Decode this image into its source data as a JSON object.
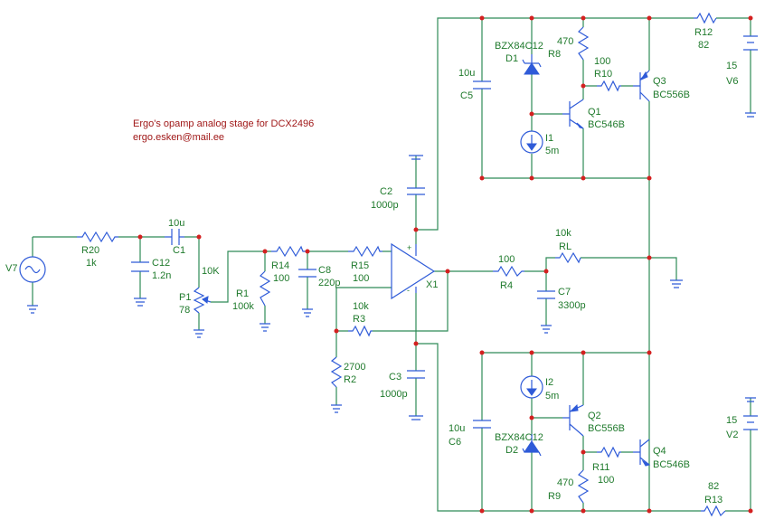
{
  "title": {
    "line1": "Ergo's opamp analog stage for DCX2496",
    "line2": "ergo.esken@mail.ee"
  },
  "components": {
    "V7": "V7",
    "R20": {
      "ref": "R20",
      "value": "1k"
    },
    "C12": {
      "ref": "C12",
      "value": "1.2n"
    },
    "C1": {
      "ref": "C1",
      "value": "10u"
    },
    "P1": {
      "ref": "P1",
      "value": "78",
      "extra": "10K"
    },
    "R1": {
      "ref": "R1",
      "value": "100k"
    },
    "R14": {
      "ref": "R14",
      "value": "100"
    },
    "C8": {
      "ref": "C8",
      "value": "220p"
    },
    "R15": {
      "ref": "R15",
      "value": "100"
    },
    "R3": {
      "ref": "R3",
      "value": "10k"
    },
    "R2": {
      "ref": "R2",
      "value": "2700"
    },
    "C2": {
      "ref": "C2",
      "value": "1000p"
    },
    "C3": {
      "ref": "C3",
      "value": "1000p"
    },
    "X1": "X1",
    "R4": {
      "ref": "R4",
      "value": "100"
    },
    "C7": {
      "ref": "C7",
      "value": "3300p"
    },
    "RL": {
      "ref": "RL",
      "value": "10k"
    },
    "C5": {
      "ref": "C5",
      "value": "10u"
    },
    "D1": {
      "ref": "D1",
      "value": "BZX84C12"
    },
    "R8": {
      "ref": "R8",
      "value": "470"
    },
    "R10": {
      "ref": "R10",
      "value": "100"
    },
    "Q3": {
      "ref": "Q3",
      "value": "BC556B"
    },
    "Q1": {
      "ref": "Q1",
      "value": "BC546B"
    },
    "I1": {
      "ref": "I1",
      "value": "5m"
    },
    "R12": {
      "ref": "R12",
      "value": "82"
    },
    "V6": {
      "ref": "V6",
      "value": "15"
    },
    "C6": {
      "ref": "C6",
      "value": "10u"
    },
    "D2": {
      "ref": "D2",
      "value": "BZX84C12"
    },
    "I2": {
      "ref": "I2",
      "value": "5m"
    },
    "Q2": {
      "ref": "Q2",
      "value": "BC556B"
    },
    "R11": {
      "ref": "R11",
      "value": "100"
    },
    "Q4": {
      "ref": "Q4",
      "value": "BC546B"
    },
    "R9": {
      "ref": "R9",
      "value": "470"
    },
    "R13": {
      "ref": "R13",
      "value": "82"
    },
    "V2": {
      "ref": "V2",
      "value": "15"
    }
  },
  "colors": {
    "wire": "#2e8b57",
    "component": "#2f5bd8",
    "junction": "#d42020",
    "label": "#1f7a2c",
    "title": "#a01818"
  }
}
